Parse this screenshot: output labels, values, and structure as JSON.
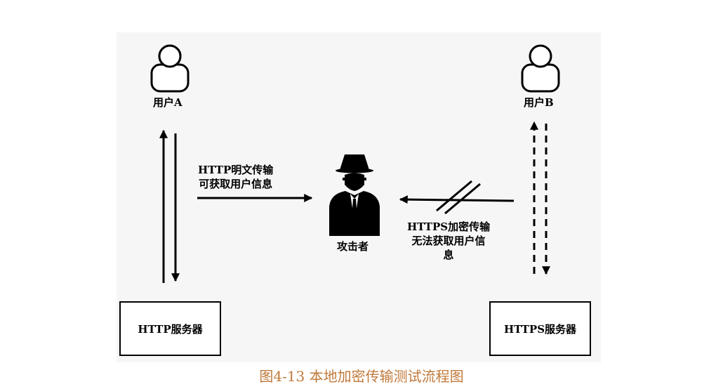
{
  "diagram": {
    "user_a": "用户A",
    "user_b": "用户B",
    "attacker": "攻击者",
    "http_server": "HTTP服务器",
    "https_server": "HTTPS服务器",
    "http_label_line1": "HTTP明文传输",
    "http_label_line2": "可获取用户信息",
    "https_label_line1": "HTTPS加密传输",
    "https_label_line2": "无法获取用户信",
    "https_label_line3": "息"
  },
  "caption": "图4-13 本地加密传输测试流程图",
  "colors": {
    "line": "#000000",
    "caption": "#c0793a",
    "panel": "#f6f6f6"
  },
  "icons": [
    "user-icon",
    "user-icon",
    "hacker-icon"
  ]
}
